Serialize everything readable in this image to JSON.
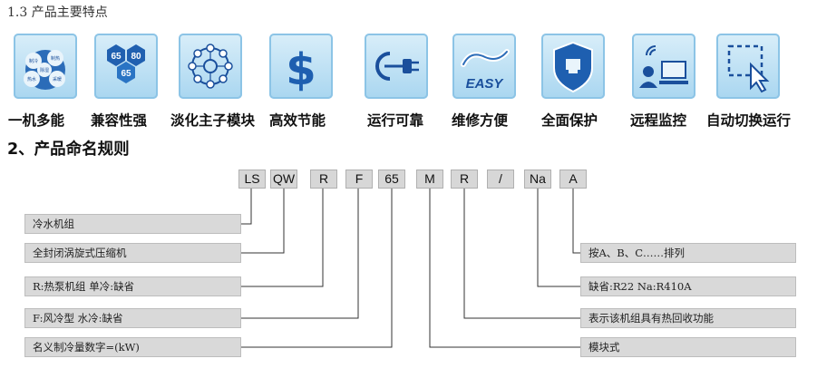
{
  "section_title": "1.3 产品主要特点",
  "features": [
    {
      "label": "一机多能",
      "icon": "multi-function-icon",
      "bubbles": [
        "制冷",
        "制热",
        "热水",
        "采暖",
        "除湿"
      ]
    },
    {
      "label": "兼容性强",
      "icon": "compatibility-icon",
      "numbers": [
        "65",
        "80",
        "65"
      ]
    },
    {
      "label": "淡化主子模块",
      "icon": "module-network-icon"
    },
    {
      "label": "高效节能",
      "icon": "dollar-icon"
    },
    {
      "label": "运行可靠",
      "icon": "power-plug-icon"
    },
    {
      "label": "维修方便",
      "icon": "wrench-easy-icon",
      "badge": "EASY"
    },
    {
      "label": "全面保护",
      "icon": "shield-icon"
    },
    {
      "label": "远程监控",
      "icon": "remote-monitor-icon"
    },
    {
      "label": "自动切换运行",
      "icon": "cursor-select-icon"
    }
  ],
  "naming_title": "2、产品命名规则",
  "code_parts": [
    "LS",
    "QW",
    "R",
    "F",
    "65",
    "M",
    "R",
    "/",
    "Na",
    "A"
  ],
  "left_descriptions": [
    "冷水机组",
    "全封闭涡旋式压缩机",
    "R:热泵机组 单冷:缺省",
    "F:风冷型 水冷:缺省",
    "名义制冷量数字=(kW)"
  ],
  "right_descriptions": [
    "按A、B、C……排列",
    "缺省:R22 Na:R410A",
    "表示该机组具有热回收功能",
    "模块式"
  ],
  "colors": {
    "icon_bg": "#a9d6f0",
    "icon_dark": "#1a4f9c",
    "box_gray": "#d9d9d9"
  }
}
